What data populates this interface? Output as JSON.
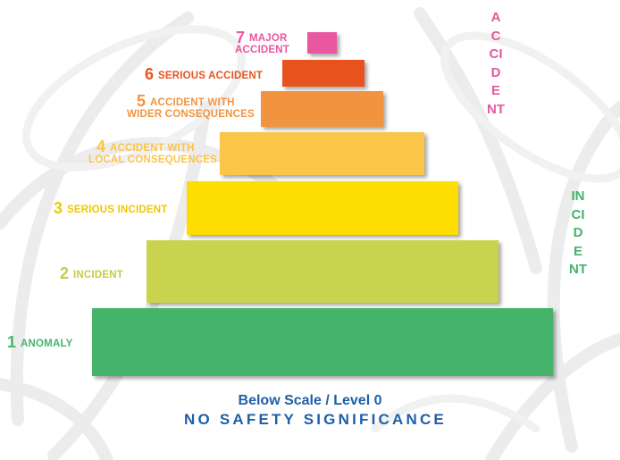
{
  "colors": {
    "level7": "#e8579f",
    "level6": "#e8531d",
    "level5": "#f2943f",
    "level4": "#fbc549",
    "level3": "#fedd00",
    "level2": "#cad34d",
    "level1": "#46b36a",
    "footer": "#1f5fa8"
  },
  "levels": [
    {
      "number": "7",
      "label_line1": "MAJOR",
      "label_line2": "ACCIDENT"
    },
    {
      "number": "6",
      "label": "SERIOUS ACCIDENT"
    },
    {
      "number": "5",
      "label_line1": "ACCIDENT WITH",
      "label_line2": "WIDER CONSEQUENCES"
    },
    {
      "number": "4",
      "label_line1": "ACCIDENT WITH",
      "label_line2": "LOCAL CONSEQUENCES"
    },
    {
      "number": "3",
      "label": "SERIOUS INCIDENT"
    },
    {
      "number": "2",
      "label": "INCIDENT"
    },
    {
      "number": "1",
      "label": "ANOMALY"
    }
  ],
  "side_labels": {
    "accident": "ACCIDENT",
    "incident": "INCIDENT"
  },
  "footer": {
    "line1": "Below Scale / Level 0",
    "line2": "NO SAFETY SIGNIFICANCE"
  }
}
